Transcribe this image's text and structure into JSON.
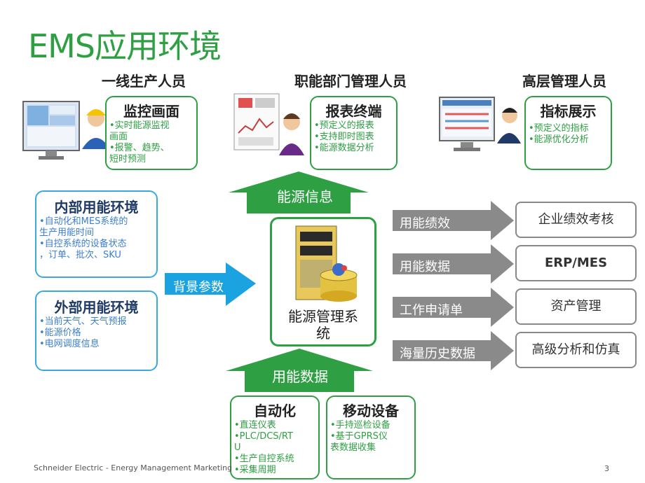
{
  "title": "EMS应用环境",
  "roles": {
    "frontline": "一线生产人员",
    "functional": "职能部门管理人员",
    "senior": "高层管理人员"
  },
  "top_boxes": [
    {
      "head": "监控画面",
      "items": [
        "•实时能源监视",
        "画面",
        "•报警、趋势、",
        "短时预测"
      ]
    },
    {
      "head": "报表终端",
      "items": [
        "•预定义的报表",
        "•支持即时图表",
        "•能源数据分析"
      ]
    },
    {
      "head": "指标展示",
      "items": [
        "•预定义的指标",
        "•能源优化分析"
      ]
    }
  ],
  "left_boxes": [
    {
      "head": "内部用能环境",
      "items": [
        "•自动化和MES系统的",
        "生产用能时间",
        "•自控系统的设备状态",
        "，订单、批次、SKU"
      ]
    },
    {
      "head": "外部用能环境",
      "items": [
        "•当前天气、天气预报",
        "•能源价格",
        "•电网调度信息"
      ]
    }
  ],
  "arrows": {
    "up_top": "能源信息",
    "right_left": "背景参数",
    "up_bottom": "用能数据"
  },
  "center": {
    "label_line1": "能源管理系",
    "label_line2": "统"
  },
  "right_rows": [
    {
      "arrow": "用能绩效",
      "box": "企业绩效考核"
    },
    {
      "arrow": "用能数据",
      "box": "ERP/MES"
    },
    {
      "arrow": "工作申请单",
      "box": "资产管理"
    },
    {
      "arrow": "海量历史数据",
      "box": "高级分析和仿真"
    }
  ],
  "bottom_boxes": [
    {
      "head": "自动化",
      "items": [
        "•直连仪表",
        "•PLC/DCS/RT",
        "U",
        "•生产自控系统",
        "•采集周期"
      ]
    },
    {
      "head": "移动设备",
      "items": [
        "•手持巡检设备",
        "•基于GPRS仪",
        "表数据收集"
      ]
    }
  ],
  "footer": "Schneider Electric - Energy Management Marketing",
  "page_number": "3",
  "colors": {
    "green": "#2ea043",
    "blue": "#3ba8e0",
    "gray": "#8a8a8a",
    "cyan": "#1aa3e0"
  }
}
